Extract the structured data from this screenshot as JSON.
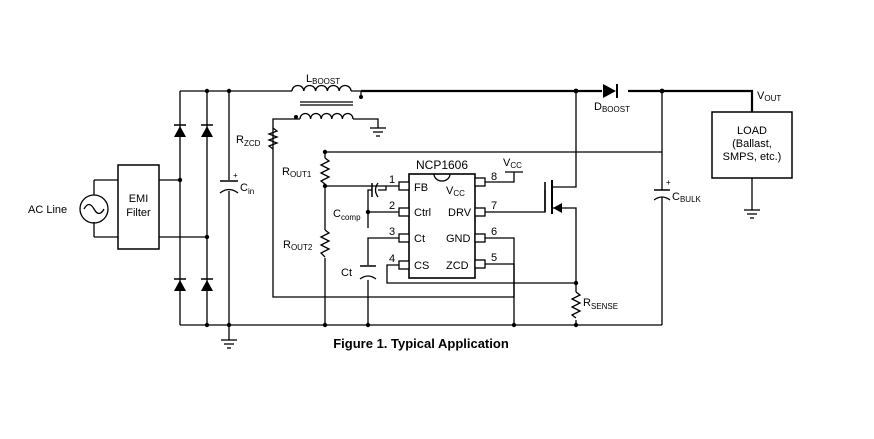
{
  "figure": {
    "caption": "Figure 1. Typical Application"
  },
  "components": {
    "ac_line": "AC Line",
    "emi_filter": [
      "EMI",
      "Filter"
    ],
    "l_boost": {
      "main": "L",
      "sub": "BOOST"
    },
    "d_boost": {
      "main": "D",
      "sub": "BOOST"
    },
    "v_out": {
      "main": "V",
      "sub": "OUT"
    },
    "load": [
      "LOAD",
      "(Ballast,",
      "SMPS, etc.)"
    ],
    "r_zcd": {
      "main": "R",
      "sub": "ZCD"
    },
    "c_in": {
      "main": "C",
      "sub": "in"
    },
    "r_out1": {
      "main": "R",
      "sub": "OUT1"
    },
    "r_out2": {
      "main": "R",
      "sub": "OUT2"
    },
    "c_comp": {
      "main": "C",
      "sub": "comp"
    },
    "ct": "Ct",
    "c_bulk": {
      "main": "C",
      "sub": "BULK"
    },
    "r_sense": {
      "main": "R",
      "sub": "SENSE"
    },
    "vcc": {
      "main": "V",
      "sub": "CC"
    },
    "polarity_plus": "+"
  },
  "ic": {
    "name": "NCP1606",
    "pins_left": [
      {
        "num": "1",
        "name": "FB"
      },
      {
        "num": "2",
        "name": "Ctrl"
      },
      {
        "num": "3",
        "name": "Ct"
      },
      {
        "num": "4",
        "name": "CS"
      }
    ],
    "pins_right": [
      {
        "num": "8",
        "name_main": "V",
        "name_sub": "CC"
      },
      {
        "num": "7",
        "name": "DRV"
      },
      {
        "num": "6",
        "name": "GND"
      },
      {
        "num": "5",
        "name": "ZCD"
      }
    ]
  }
}
